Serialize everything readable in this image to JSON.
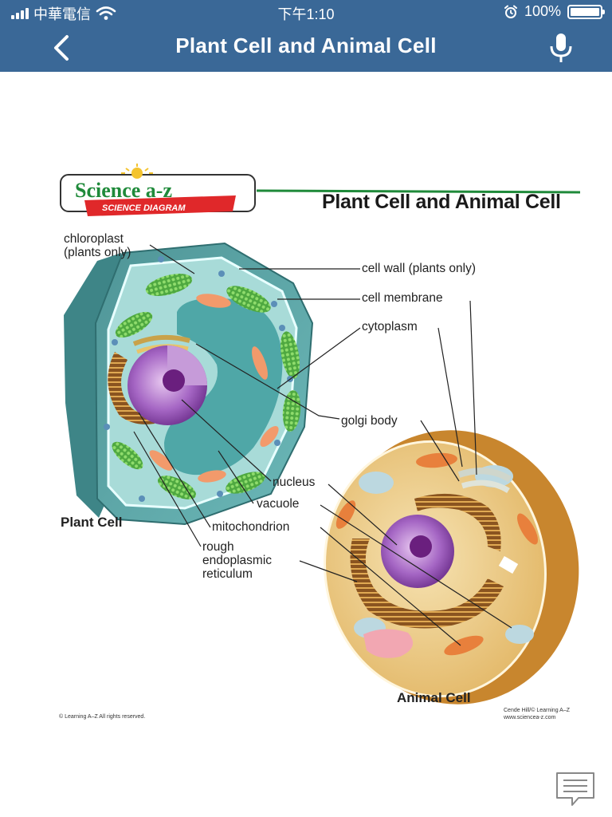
{
  "status_bar": {
    "carrier": "中華電信",
    "time": "下午1:10",
    "battery_text": "100%",
    "battery_level": 1.0
  },
  "nav": {
    "title": "Plant Cell and Animal Cell",
    "back_icon": "chevron-left-icon",
    "mic_icon": "microphone-icon"
  },
  "diagram": {
    "brand_top": "Science a-z",
    "brand_sub": "SCIENCE DIAGRAM",
    "title": "Plant Cell and Animal Cell",
    "labels": {
      "chloroplast_1": "chloroplast",
      "chloroplast_2": "(plants only)",
      "cell_wall": "cell wall (plants only)",
      "cell_membrane": "cell membrane",
      "cytoplasm": "cytoplasm",
      "golgi_body": "golgi body",
      "nucleus": "nucleus",
      "vacuole": "vacuole",
      "mitochondrion": "mitochondrion",
      "rough_1": "rough",
      "rough_2": "endoplasmic",
      "rough_3": "reticulum"
    },
    "plant_cell": "Plant Cell",
    "animal_cell": "Animal Cell",
    "copyright": "© Learning A–Z  All rights reserved.",
    "credit_1": "Cende Hill/© Learning A–Z",
    "credit_2": "www.sciencea-z.com"
  },
  "colors": {
    "nav_bg": "#3a6897",
    "plant_wall": "#5fa8aa",
    "plant_cytoplasm": "#a8dbd8",
    "chloroplast": "#5bb84a",
    "animal_outer": "#c8862e",
    "animal_inner": "#efd49a",
    "nucleus": "#9a5bb8",
    "brand_green": "#1f8a3a",
    "brand_red": "#e0282a"
  },
  "chat_icon": "chat-bubble-icon"
}
